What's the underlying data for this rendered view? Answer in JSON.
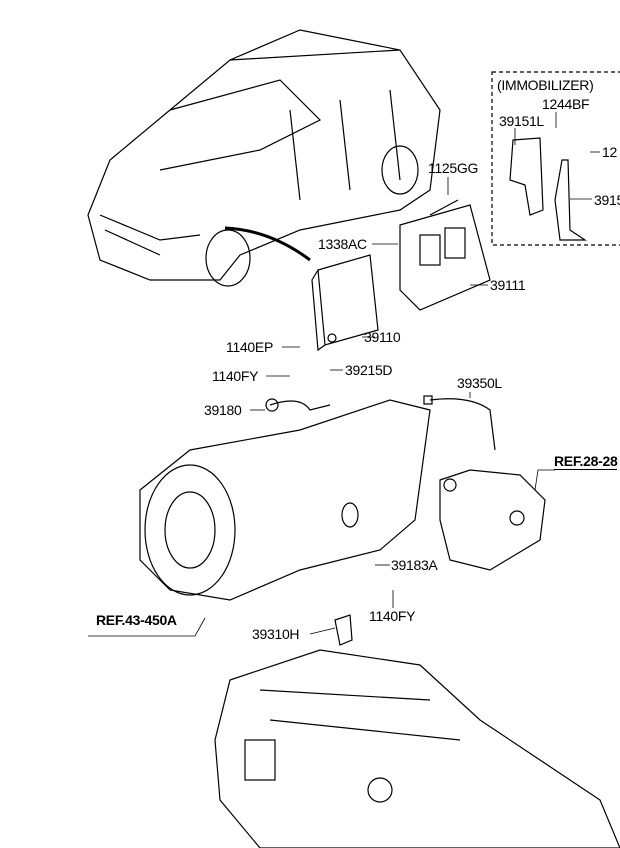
{
  "diagram": {
    "immobilizer_group_label": "(IMMOBILIZER)",
    "part_labels": {
      "p1244BF": "1244BF",
      "p39151L": "39151L",
      "p12_cut": "12",
      "p1125GG": "1125GG",
      "p3915_cut": "3915",
      "p1338AC": "1338AC",
      "p39111": "39111",
      "p39110": "39110",
      "p1140EP": "1140EP",
      "p1140FY_a": "1140FY",
      "p39215D": "39215D",
      "p39180": "39180",
      "p39350L": "39350L",
      "p39183A": "39183A",
      "p1140FY_b": "1140FY",
      "p39310H": "39310H"
    },
    "references": {
      "ref_28": "REF.28-28",
      "ref_43": "REF.43-450A"
    },
    "line_color": "#000000"
  }
}
